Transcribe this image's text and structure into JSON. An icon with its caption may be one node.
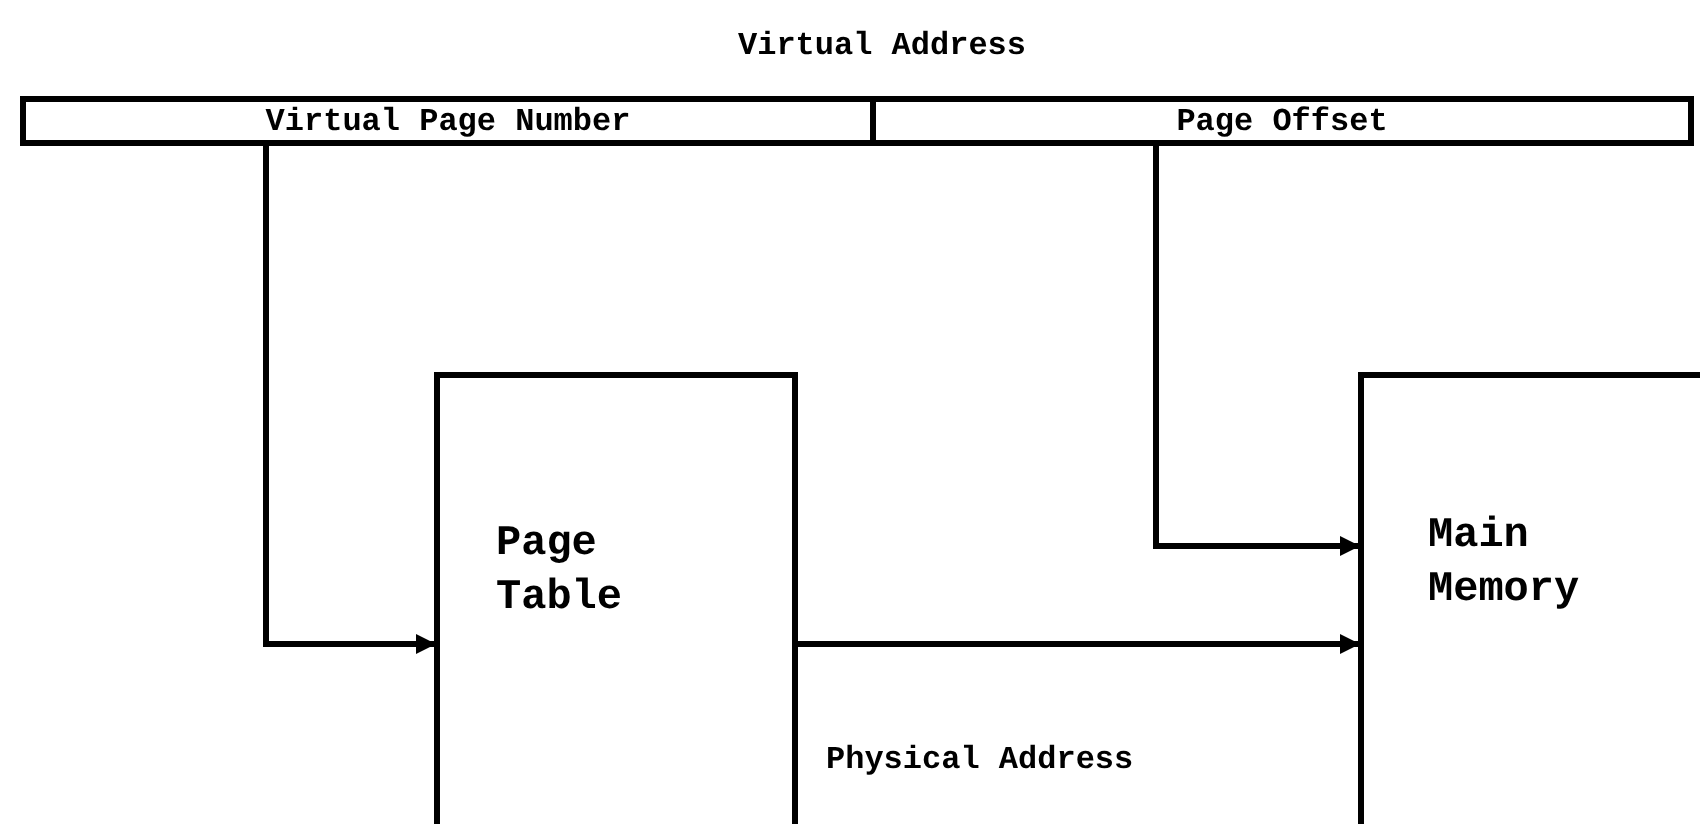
{
  "diagram": {
    "title": "Virtual Address",
    "nodes": [
      {
        "text": [
          "Virtual Page Number"
        ]
      },
      {
        "text": [
          "Page Offset"
        ]
      },
      {
        "text": [
          "Page Table"
        ]
      },
      {
        "text": [
          "Main Memory"
        ]
      }
    ],
    "edges": [
      {
        "from": 0,
        "to": 2,
        "arrow": "to"
      },
      {
        "from": 1,
        "to": 3,
        "arrow": "to"
      },
      {
        "from": 2,
        "to": 3,
        "arrow": "to",
        "label": "Physical Address"
      }
    ]
  }
}
